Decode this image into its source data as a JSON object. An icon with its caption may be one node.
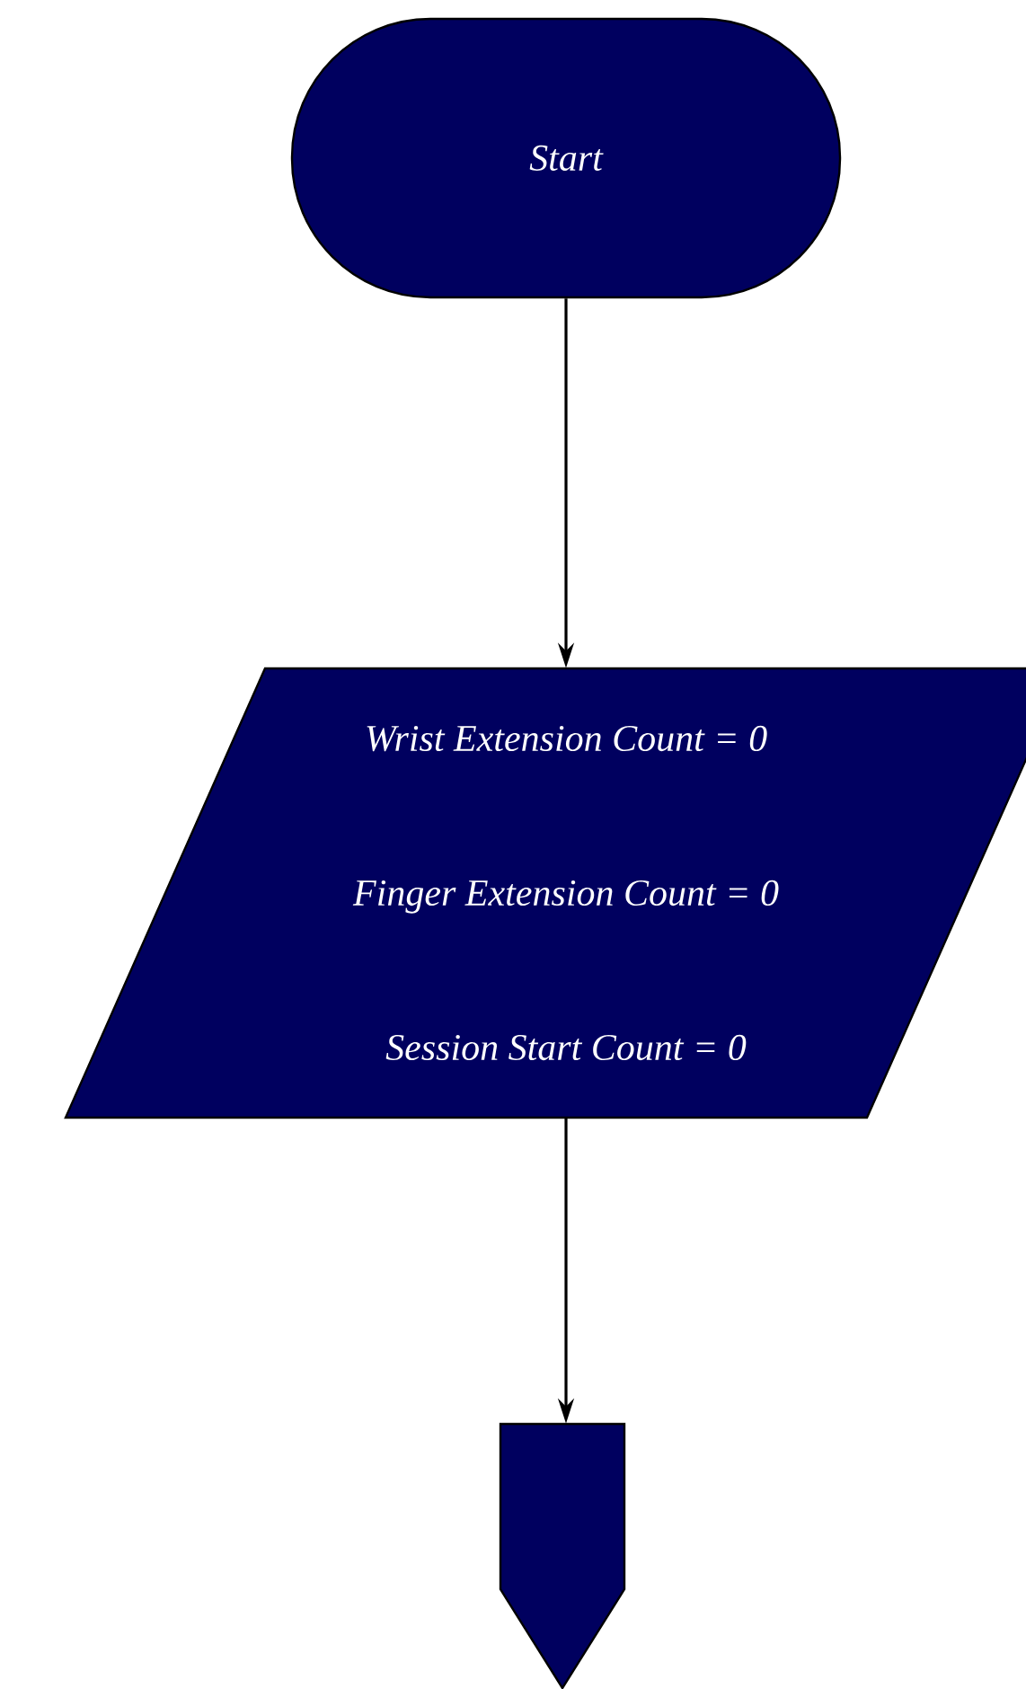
{
  "diagram": {
    "nodes": [
      {
        "text": [
          "Start"
        ]
      },
      {
        "text": [
          "Wrist Extension Count = 0",
          "Finger Extension Count = 0",
          "Session Start Count = 0"
        ]
      },
      {
        "text": [],
        "shape": "pentagon"
      }
    ],
    "edges": [
      {
        "from": 0,
        "to": 1,
        "arrow": "to"
      },
      {
        "from": 1,
        "to": 2,
        "arrow": "to"
      }
    ]
  }
}
